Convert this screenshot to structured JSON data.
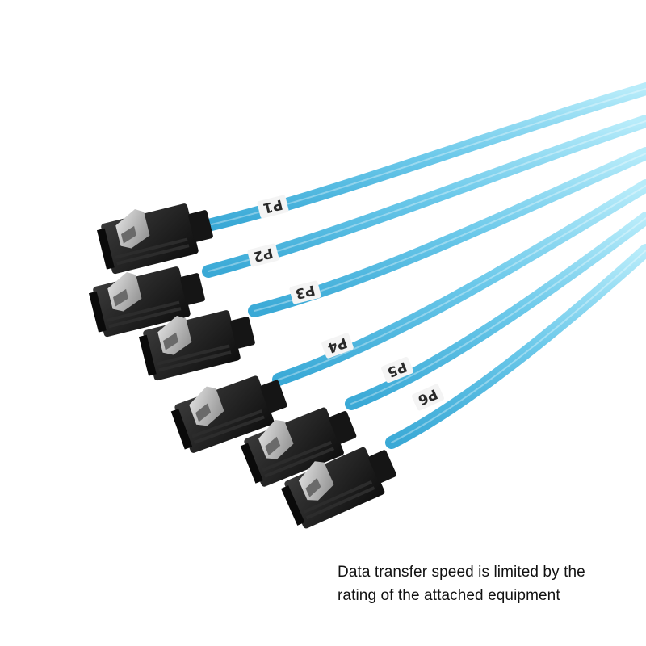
{
  "caption": {
    "line1": "Data transfer speed is limited by the",
    "line2": "rating of the attached equipment"
  },
  "cable_labels": [
    "P1",
    "P2",
    "P3",
    "P4",
    "P5",
    "P6"
  ],
  "colors": {
    "cable": "#7fd3ee",
    "cable_dark": "#3aa9d6",
    "connector": "#1c1c1c",
    "latch": "#b5b5b5",
    "background": "#ffffff"
  }
}
